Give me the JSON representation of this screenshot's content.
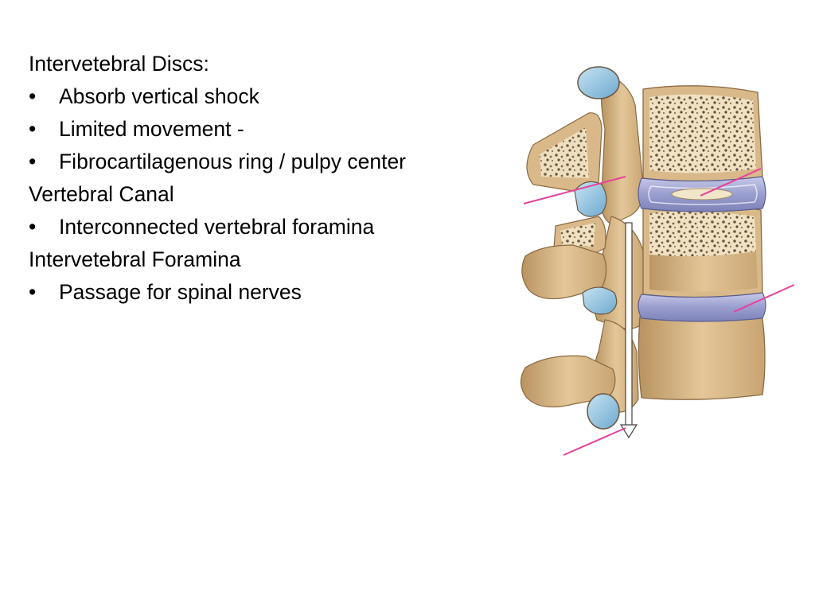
{
  "slide": {
    "lines": [
      {
        "type": "heading",
        "text": "Intervetebral Discs:"
      },
      {
        "type": "bullet",
        "bullet": "•",
        "text": "Absorb vertical shock"
      },
      {
        "type": "bullet",
        "bullet": "•",
        "text": "Limited movement -"
      },
      {
        "type": "bullet",
        "bullet": "•",
        "text": "Fibrocartilagenous ring / pulpy center"
      },
      {
        "type": "heading",
        "text": "Vertebral Canal"
      },
      {
        "type": "bullet",
        "bullet": "•",
        "text": "Interconnected vertebral foramina"
      },
      {
        "type": "heading",
        "text": "Intervetebral Foramina"
      },
      {
        "type": "bullet",
        "bullet": "•",
        "text": "Passage for spinal nerves"
      }
    ]
  },
  "illustration": {
    "subject": "lateral-view-of-vertebral-column",
    "colors": {
      "bone": "#d9b98a",
      "bone_shadow": "#a8875a",
      "spongy_bone": "#efe1c2",
      "disc": "#a9acd6",
      "cartilage": "#8fc3df",
      "pointer_line": "#e8409a",
      "arrow": "#ffffff"
    }
  }
}
